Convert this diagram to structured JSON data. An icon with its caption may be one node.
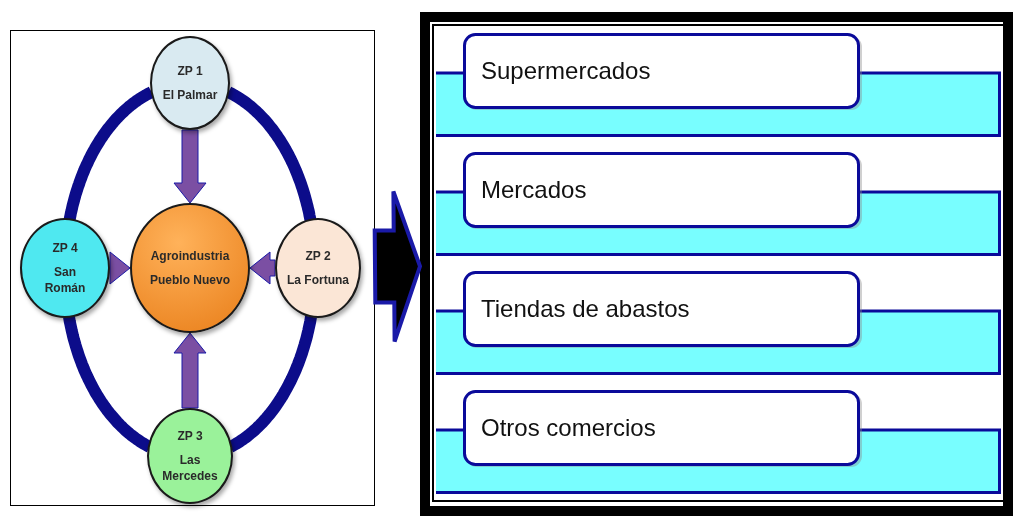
{
  "diagram": {
    "nodes": [
      {
        "text": [],
        "shape": "box"
      },
      {
        "text": [
          "ZP 1",
          "El Palmar"
        ],
        "in": 0
      },
      {
        "text": [
          "ZP 4",
          "San Román"
        ],
        "in": 0
      },
      {
        "text": [
          "Agroindustria",
          "Pueblo Nuevo"
        ],
        "in": 0
      },
      {
        "text": [
          "ZP 2",
          "La Fortuna"
        ],
        "in": 0
      },
      {
        "text": [
          "ZP 3",
          "Las Mercedes"
        ],
        "in": 0
      },
      {
        "text": [],
        "shape": "box"
      },
      {
        "text": [
          "Supermercados"
        ],
        "in": 6
      },
      {
        "text": [
          "Mercados"
        ],
        "in": 6
      },
      {
        "text": [
          "Tiendas de abastos"
        ],
        "in": 6
      },
      {
        "text": [
          "Otros comercios"
        ],
        "in": 6
      }
    ],
    "edges": [
      {
        "from": 1,
        "to": 4,
        "arrow": "none",
        "color": "#0c0c8a"
      },
      {
        "from": 4,
        "to": 5,
        "arrow": "none",
        "color": "#0c0c8a"
      },
      {
        "from": 5,
        "to": 2,
        "arrow": "none",
        "color": "#0c0c8a"
      },
      {
        "from": 2,
        "to": 1,
        "arrow": "none",
        "color": "#0c0c8a"
      },
      {
        "from": 1,
        "to": 3,
        "arrow": "to",
        "color": "#7b4fa3"
      },
      {
        "from": 2,
        "to": 3,
        "arrow": "to",
        "color": "#7b4fa3"
      },
      {
        "from": 4,
        "to": 3,
        "arrow": "to",
        "color": "#7b4fa3"
      },
      {
        "from": 5,
        "to": 3,
        "arrow": "to",
        "color": "#7b4fa3"
      },
      {
        "from": 0,
        "to": 6,
        "arrow": "to",
        "style": "thick",
        "color": "#000000"
      }
    ]
  }
}
